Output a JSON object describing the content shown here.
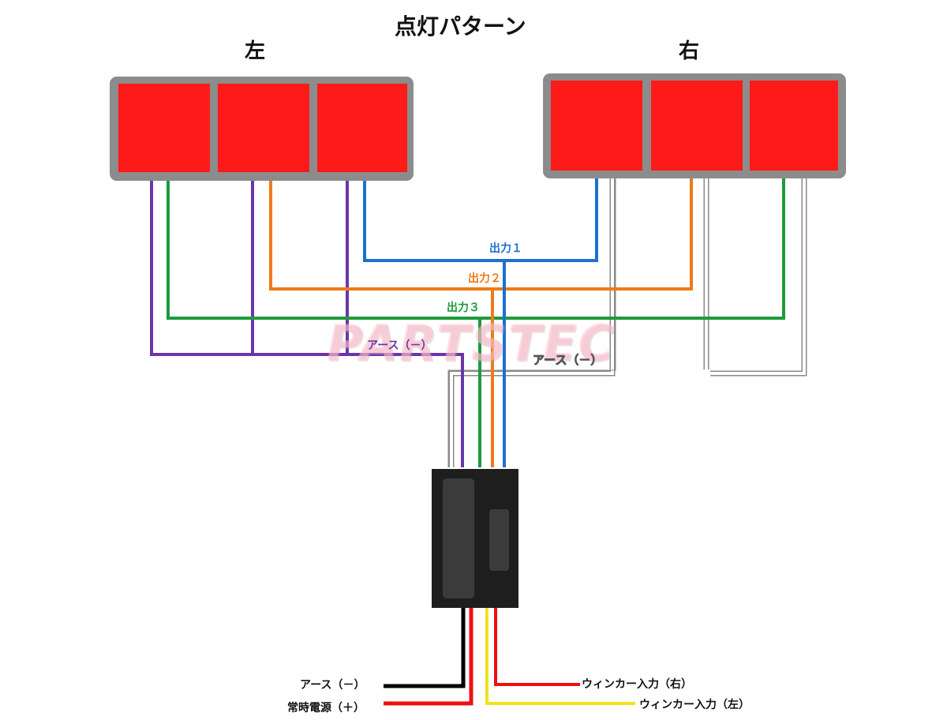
{
  "diagram": {
    "title": "点灯パターン",
    "left_lamp_label": "左",
    "right_lamp_label": "右",
    "wire_labels": {
      "output1": "出力１",
      "output2": "出力２",
      "output3": "出力３",
      "earth_left": "アース（－）",
      "earth_right": "アース（－）"
    },
    "watermark": "PARTSTEC",
    "inputs": {
      "earth": "アース（－）",
      "constant_power": "常時電源（＋）",
      "winker_right": "ウィンカー入力（右）",
      "winker_left": "ウィンカー入力（左）"
    },
    "colors": {
      "lamp_red": "#ff1a1a",
      "lamp_frame": "#8c8c8c",
      "output1": "#1e6fd0",
      "output2": "#ee7a18",
      "output3": "#1f9a3c",
      "earth_left": "#6a35a8",
      "earth_right": "#ffffff",
      "input_earth": "#000000",
      "input_power": "#ee1111",
      "input_winker_right": "#ee1111",
      "input_winker_left": "#f2e21c"
    }
  }
}
